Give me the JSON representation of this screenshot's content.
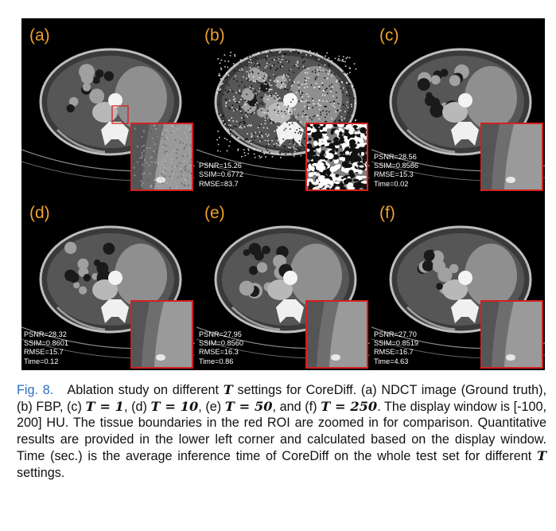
{
  "panels": [
    {
      "label": "(a)",
      "kind": "ndct",
      "metrics": []
    },
    {
      "label": "(b)",
      "kind": "fbp",
      "metrics": [
        "PSNR=15.26",
        "SSIM=0.6772",
        "RMSE=83.7"
      ]
    },
    {
      "label": "(c)",
      "kind": "smooth",
      "metrics": [
        "PSNR=28.56",
        "SSIM=0.8586",
        "RMSE=15.3",
        "Time=0.02"
      ]
    },
    {
      "label": "(d)",
      "kind": "smooth",
      "metrics": [
        "PSNR=28.32",
        "SSIM=0.8601",
        "RMSE=15.7",
        "Time=0.12"
      ]
    },
    {
      "label": "(e)",
      "kind": "smooth",
      "metrics": [
        "PSNR=27.95",
        "SSIM=0.8560",
        "RMSE=16.3",
        "Time=0.86"
      ]
    },
    {
      "label": "(f)",
      "kind": "smooth",
      "metrics": [
        "PSNR=27.70",
        "SSIM=0.8519",
        "RMSE=16.7",
        "Time=4.63"
      ]
    }
  ],
  "caption": {
    "fig_ref": "Fig. 8.",
    "parts": [
      {
        "t": "Ablation study on different ",
        "m": false
      },
      {
        "t": "T",
        "m": true
      },
      {
        "t": " settings for CoreDiff. (a) NDCT image (Ground truth), (b) FBP, (c) ",
        "m": false
      },
      {
        "t": "T = 1",
        "m": true
      },
      {
        "t": ", (d) ",
        "m": false
      },
      {
        "t": "T = 10",
        "m": true
      },
      {
        "t": ", (e) ",
        "m": false
      },
      {
        "t": "T = 50",
        "m": true
      },
      {
        "t": ", and (f) ",
        "m": false
      },
      {
        "t": "T = 250",
        "m": true
      },
      {
        "t": ". The display window is [-100, 200] HU. The tissue boundaries in the red ROI are zoomed in for comparison. Quantitative results are provided in the lower left corner and calculated based on the display window. Time (sec.) is the average inference time of CoreDiff on the whole test set for different ",
        "m": false
      },
      {
        "t": "T",
        "m": true
      },
      {
        "t": " settings.",
        "m": false
      }
    ]
  },
  "colors": {
    "label": "#f0a030",
    "roi_border": "#d42020",
    "fig_ref": "#2a6fc0"
  }
}
